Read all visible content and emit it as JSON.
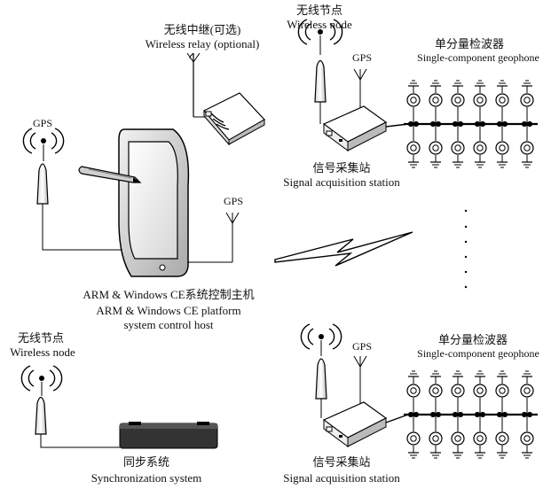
{
  "diagram": {
    "labels": {
      "relay_cn": "无线中继(可选)",
      "relay_en": "Wireless relay (optional)",
      "top_node_cn": "无线节点",
      "top_node_en": "Wireless node",
      "gps_top_station": "GPS",
      "gps_host_left": "GPS",
      "gps_host_right": "GPS",
      "gps_bottom_station": "GPS",
      "geophone_top_cn": "单分量检波器",
      "geophone_top_en": "Single-component geophone",
      "station_top_cn": "信号采集站",
      "station_top_en": "Signal acquisition station",
      "host_cn": "ARM & Windows CE系统控制主机",
      "host_en_1": "ARM & Windows CE platform",
      "host_en_2": "system control host",
      "left_node_cn": "无线节点",
      "left_node_en": "Wireless node",
      "geophone_bottom_cn": "单分量检波器",
      "geophone_bottom_en": "Single-component geophone",
      "sync_cn": "同步系统",
      "sync_en": "Synchronization system",
      "station_bottom_cn": "信号采集站",
      "station_bottom_en": "Signal acquisition station"
    }
  }
}
